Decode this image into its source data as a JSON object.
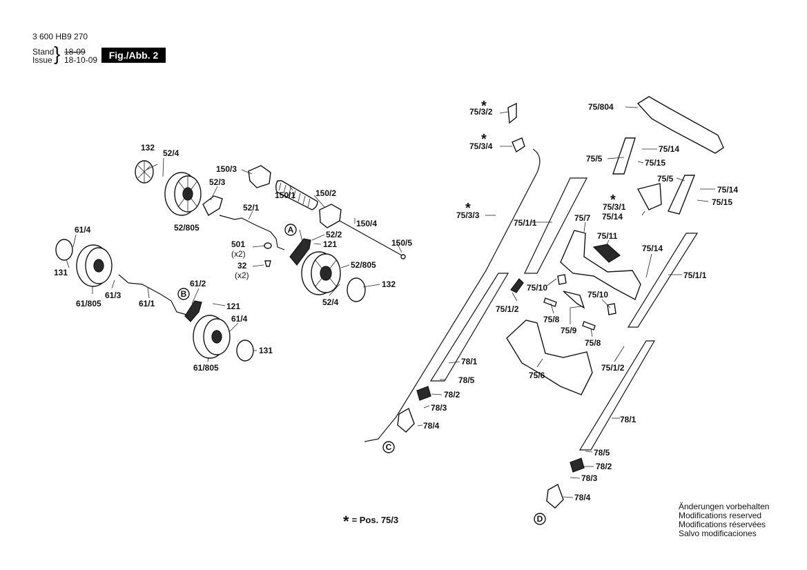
{
  "header": {
    "part_number": "3 600 HB9 270",
    "stand_label": "Stand",
    "issue_label": "Issue",
    "stand_date": "18-09",
    "issue_date": "18-10-09",
    "figure_label": "Fig./Abb. 2"
  },
  "footer": {
    "asterisk_note": "= Pos. 75/3",
    "modifications": [
      "Änderungen vorbehalten",
      "Modifications reserved",
      "Modifications réservées",
      "Salvo modificaciones"
    ]
  },
  "callouts": [
    "A",
    "B",
    "C",
    "D"
  ],
  "labels": [
    "132",
    "52/4",
    "52/3",
    "52/805",
    "150/3",
    "150/1",
    "150/2",
    "52/1",
    "150/4",
    "150/5",
    "52/2",
    "121",
    "501",
    "(x2)",
    "32",
    "(x2)",
    "52/805",
    "132",
    "52/4",
    "61/4",
    "131",
    "61/805",
    "61/3",
    "61/1",
    "61/2",
    "121",
    "61/4",
    "131",
    "61/805",
    "75/3/2",
    "75/3/4",
    "75/3/3",
    "78/1",
    "78/5",
    "78/2",
    "78/3",
    "78/4",
    "75/1/1",
    "75/1/2",
    "75/804",
    "75/5",
    "75/14",
    "75/15",
    "75/5",
    "75/14",
    "75/15",
    "75/3/1",
    "75/14",
    "75/7",
    "75/11",
    "75/14",
    "75/1/1",
    "75/10",
    "75/10",
    "75/8",
    "75/9",
    "75/8",
    "75/6",
    "75/1/2",
    "78/1",
    "78/5",
    "78/2",
    "78/3",
    "78/4"
  ]
}
